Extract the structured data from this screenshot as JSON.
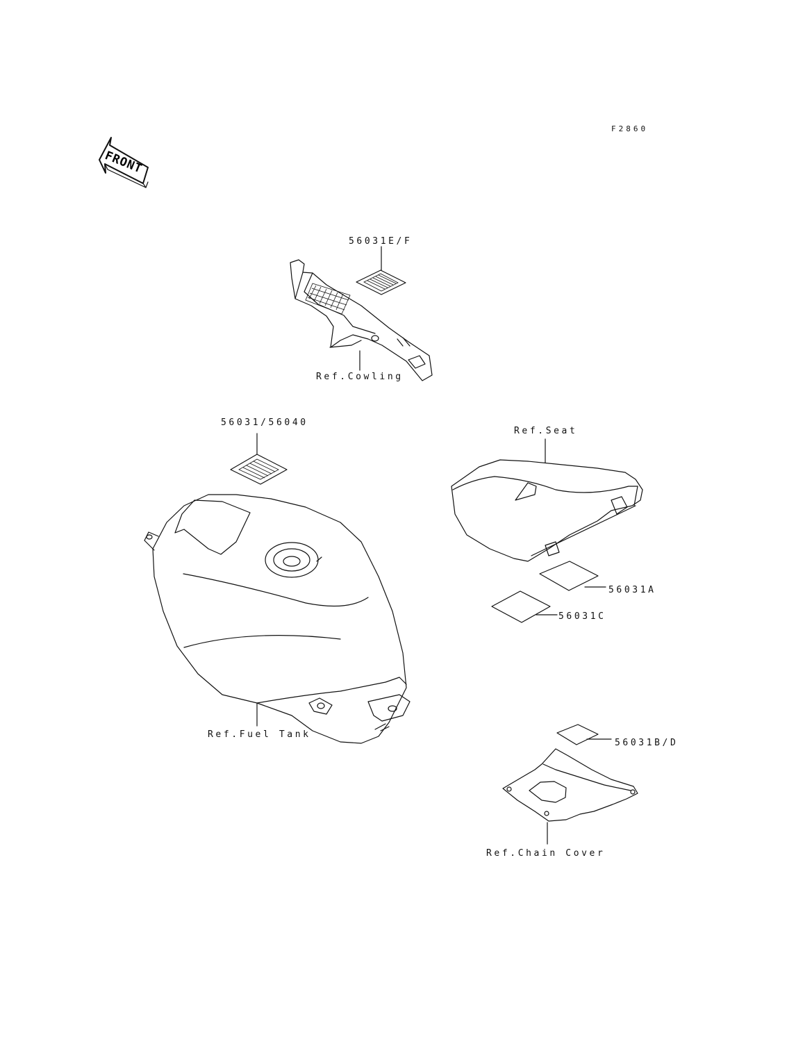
{
  "figure_code": "F2860",
  "front_arrow": {
    "text": "FRONT"
  },
  "labels": {
    "label_56031ef": "56031E/F",
    "ref_cowling": "Ref.Cowling",
    "label_56031_56040": "56031/56040",
    "ref_seat": "Ref.Seat",
    "label_56031a": "56031A",
    "label_56031c": "56031C",
    "ref_fuel_tank": "Ref.Fuel Tank",
    "label_56031bd": "56031B/D",
    "ref_chain_cover": "Ref.Chain Cover"
  }
}
